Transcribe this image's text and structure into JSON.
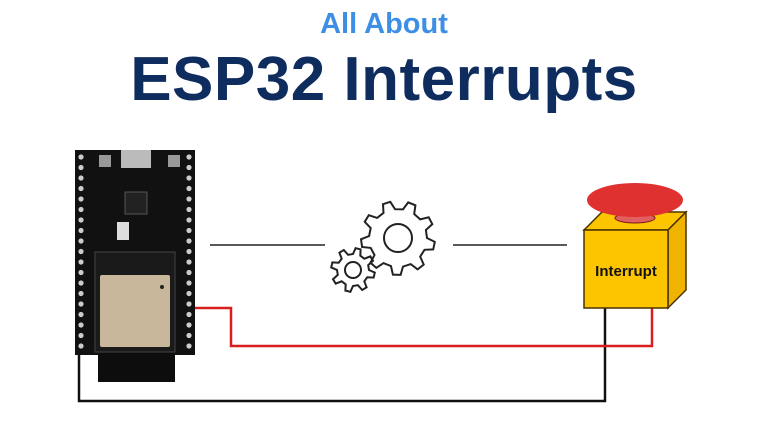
{
  "header": {
    "subtitle": "All About",
    "title": "ESP32 Interrupts"
  },
  "button": {
    "label": "Interrupt"
  },
  "colors": {
    "subtitle": "#3d8fe6",
    "title": "#0f2c5f",
    "button_cap": "#e03131",
    "button_box": "#fdc500",
    "red_wire": "#d81e1e"
  }
}
